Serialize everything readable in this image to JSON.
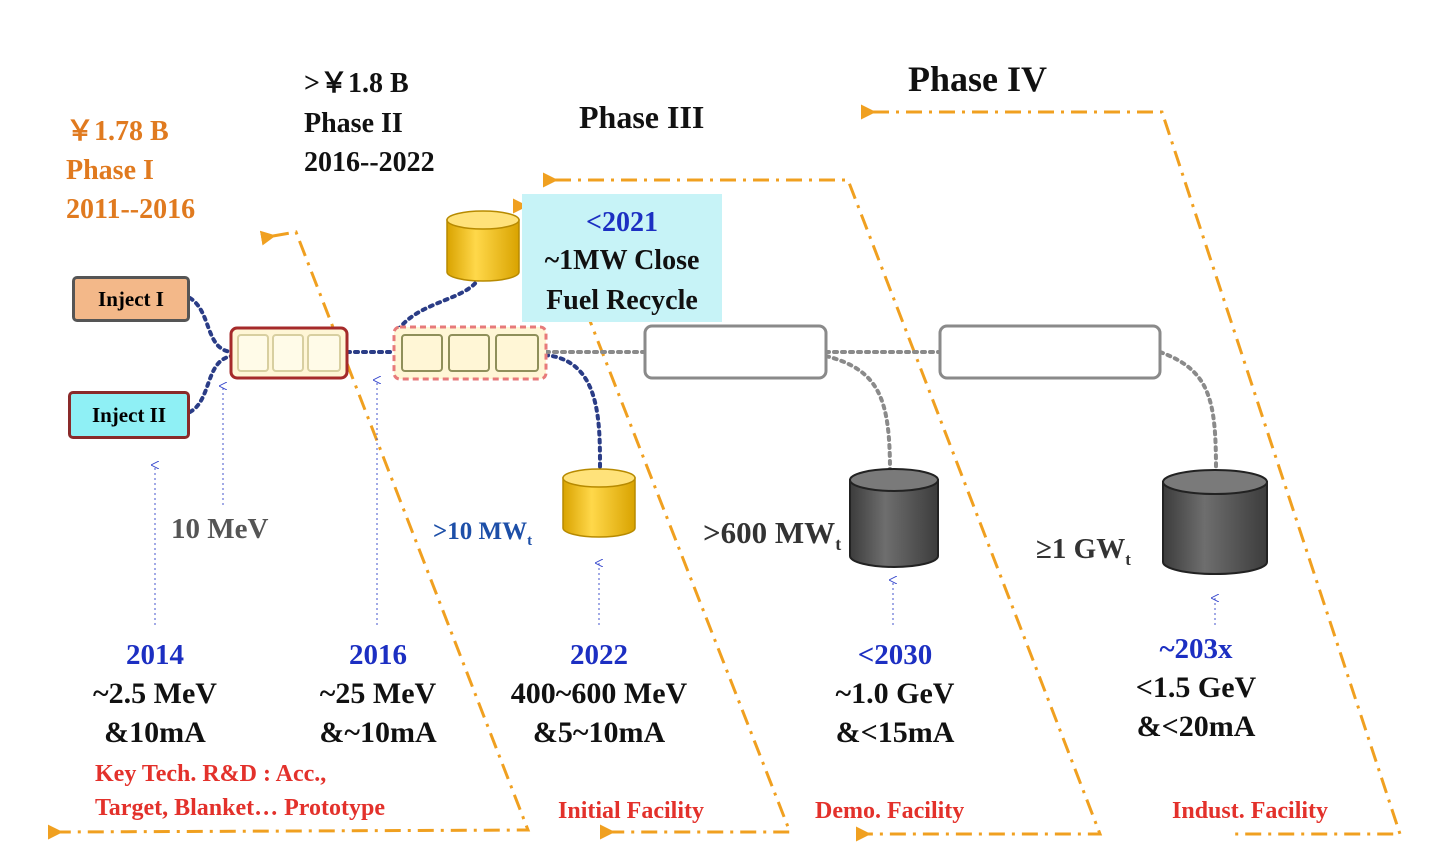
{
  "phases": {
    "phase1": {
      "budget": "￥1.78 B",
      "name": "Phase I",
      "period": "2011--2016"
    },
    "phase2": {
      "budget": ">￥1.8 B",
      "name": "Phase II",
      "period": "2016--2022"
    },
    "phase3": {
      "name": "Phase III"
    },
    "phase4": {
      "name": "Phase IV"
    }
  },
  "injectors": {
    "inject1": "Inject I",
    "inject2": "Inject II"
  },
  "note": {
    "year": "<2021",
    "line1": "~1MW Close",
    "line2": "Fuel Recycle"
  },
  "labels": {
    "energy_10mev": "10 MeV",
    "power_10mw": ">10 MW",
    "power_600mw": ">600 MW",
    "power_1gw": "≥1 GW",
    "power_subscript": "t"
  },
  "milestones": [
    {
      "year": "2014",
      "energy": "~2.5 MeV",
      "current": "&10mA"
    },
    {
      "year": "2016",
      "energy": "~25 MeV",
      "current": "&~10mA"
    },
    {
      "year": "2022",
      "energy": "400~600 MeV",
      "current": "&5~10mA"
    },
    {
      "year": "<2030",
      "energy": "~1.0 GeV",
      "current": "&<15mA"
    },
    {
      "year": "~203x",
      "energy": "<1.5 GeV",
      "current": "&<20mA"
    }
  ],
  "facilities": {
    "rd_line1": "Key Tech. R&D : Acc.,",
    "rd_line2": "Target, Blanket… Prototype",
    "initial": "Initial Facility",
    "demo": "Demo. Facility",
    "indust": "Indust. Facility"
  },
  "colors": {
    "phase_line": "#f0a020",
    "dotted_link_blue": "#2a3c86",
    "dotted_link_grey": "#8a8a8a",
    "inject1_fill": "#f3b889",
    "inject2_fill": "#8ff0f5",
    "target_gold": "#f3c21e",
    "target_dark": "#4d4d4d"
  }
}
